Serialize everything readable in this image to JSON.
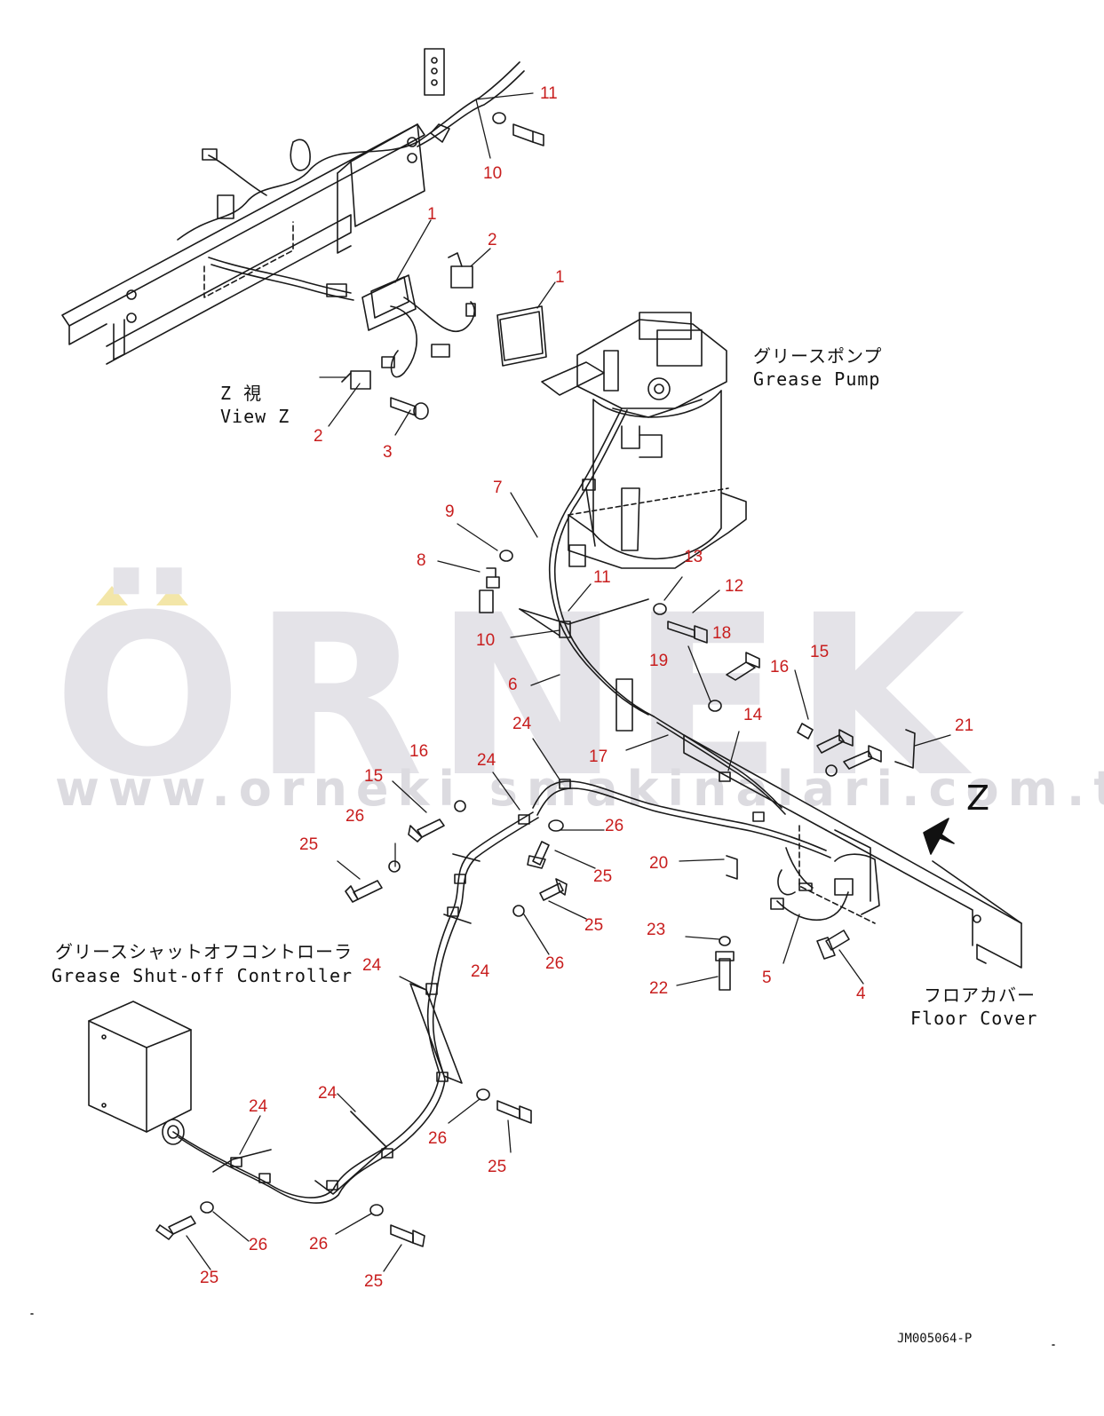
{
  "watermark": {
    "brand": "ÖRNEK",
    "url": "www.orneki smakinalari.com.tr"
  },
  "captions": {
    "view_z_jp": "Z  視",
    "view_z_en": "View Z",
    "pump_jp": "グリースポンプ",
    "pump_en": "Grease Pump",
    "controller_jp": "グリースシャットオフコントローラ",
    "controller_en": "Grease Shut-off Controller",
    "floor_jp": "フロアカバー",
    "floor_en": "Floor Cover",
    "z_marker": "Z"
  },
  "drawing_code": "JM005064-P",
  "callouts": [
    "11",
    "10",
    "1",
    "2",
    "1",
    "2",
    "3",
    "7",
    "9",
    "8",
    "11",
    "13",
    "12",
    "18",
    "10",
    "6",
    "19",
    "16",
    "15",
    "14",
    "17",
    "21",
    "24",
    "24",
    "16",
    "15",
    "26",
    "26",
    "25",
    "20",
    "25",
    "25",
    "26",
    "23",
    "22",
    "5",
    "4",
    "24",
    "24",
    "24",
    "24",
    "26",
    "25",
    "26",
    "26",
    "25",
    "25"
  ],
  "colors": {
    "callout": "#c81e1e",
    "line": "#1a1a1a",
    "watermark": "#e4e3e8"
  }
}
